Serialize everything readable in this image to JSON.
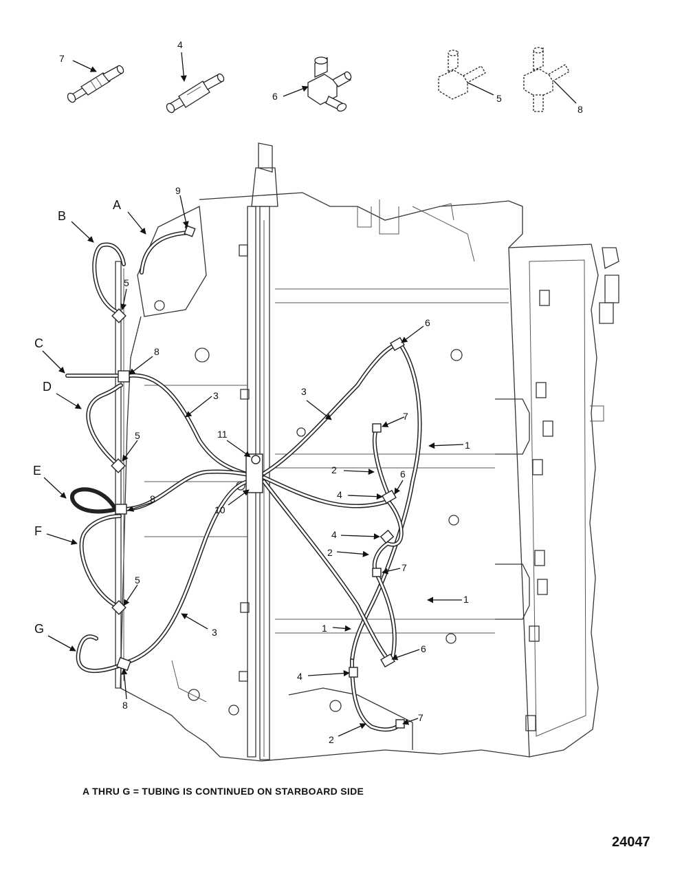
{
  "callouts": {
    "n1": "1",
    "n2": "2",
    "n3": "3",
    "n4": "4",
    "n5": "5",
    "n6": "6",
    "n7": "7",
    "n8": "8",
    "n9": "9",
    "n10": "10",
    "n11": "11",
    "A": "A",
    "B": "B",
    "C": "C",
    "D": "D",
    "E": "E",
    "F": "F",
    "G": "G"
  },
  "footnote": "A THRU G = TUBING IS CONTINUED ON STARBOARD SIDE",
  "drawing_number": "24047"
}
